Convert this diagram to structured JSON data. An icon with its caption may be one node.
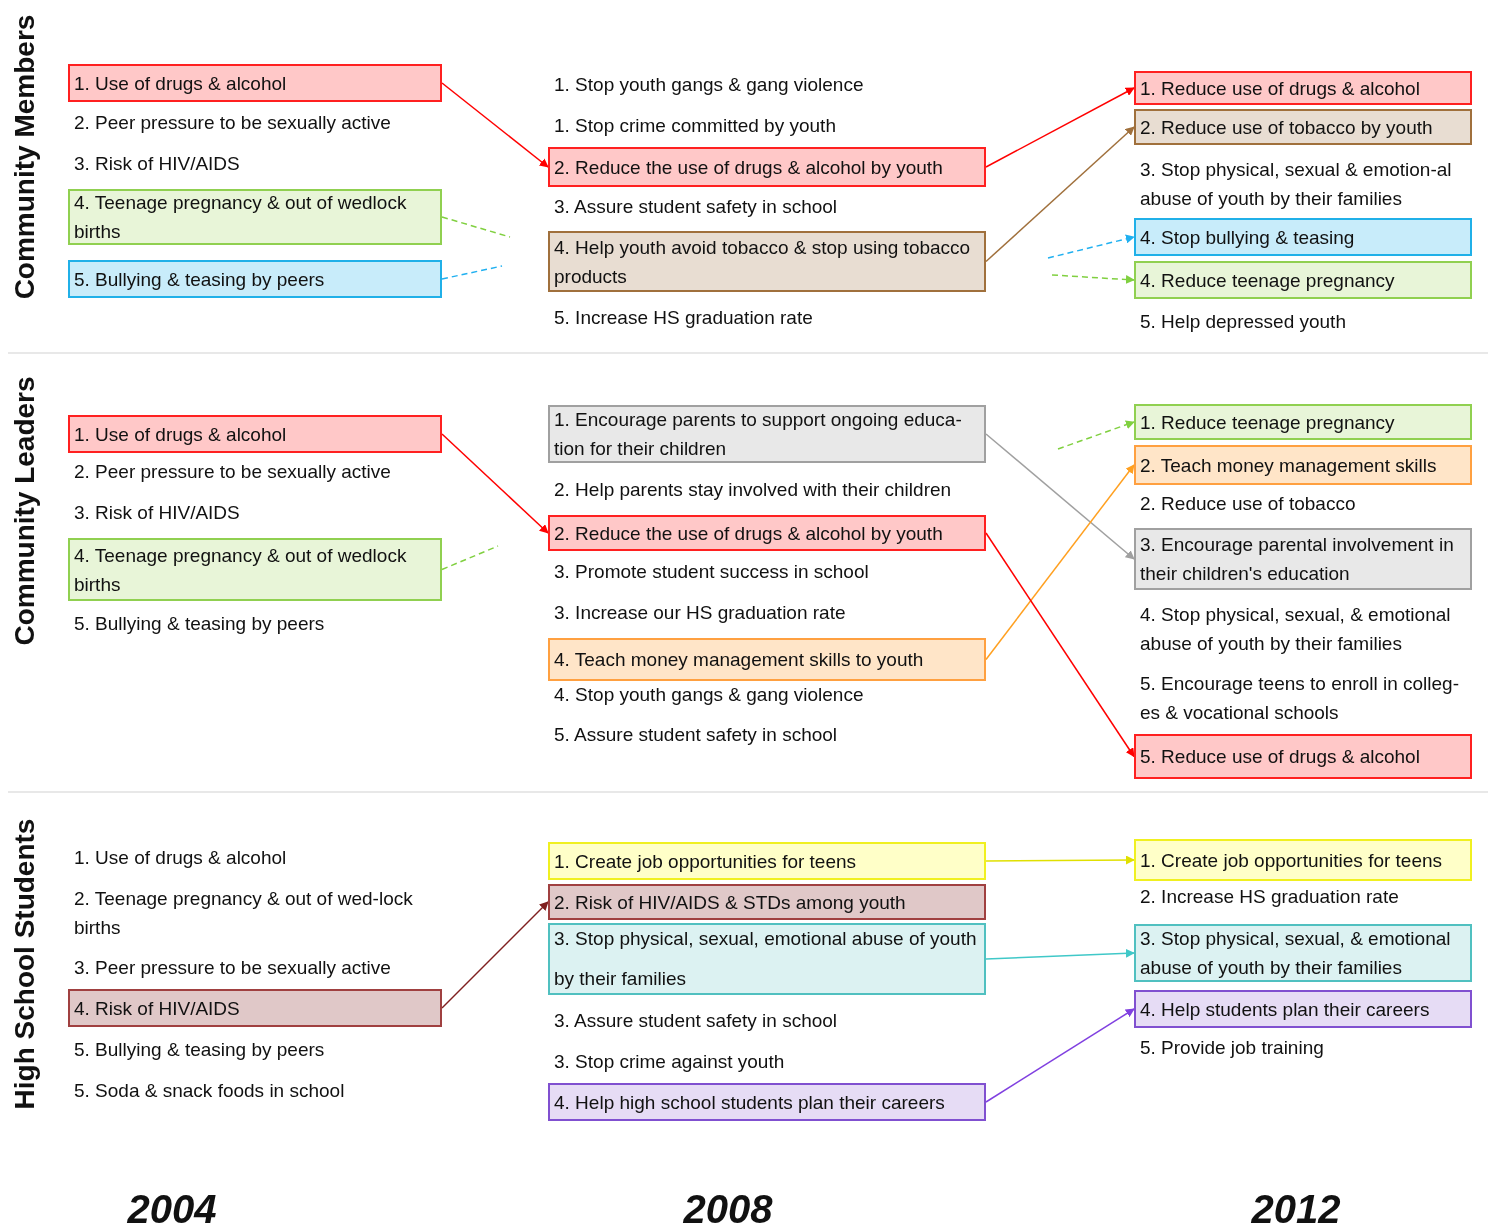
{
  "diagram": {
    "nodes": [
      {
        "text": [
          "1. Use of drugs & alcohol"
        ]
      },
      {
        "text": [
          "4. Teenage pregnancy & out of wedlock births"
        ]
      },
      {
        "text": [
          "5. Bullying & teasing by peers"
        ]
      },
      {
        "text": [
          "2. Reduce the use of drugs & alcohol by youth"
        ]
      },
      {
        "text": [
          "4. Help youth avoid tobacco & stop using tobacco products"
        ]
      },
      {
        "text": [
          "1. Reduce use of drugs & alcohol"
        ]
      },
      {
        "text": [
          "2. Reduce use of tobacco by youth"
        ]
      },
      {
        "text": [
          "4. Stop bullying & teasing"
        ]
      },
      {
        "text": [
          "4. Reduce teenage pregnancy"
        ]
      },
      {
        "text": [
          "1. Use of drugs & alcohol"
        ]
      },
      {
        "text": [
          "4. Teenage pregnancy & out of wedlock births"
        ]
      },
      {
        "text": [
          "1. Encourage parents to support ongoing educa-tion for their children"
        ]
      },
      {
        "text": [
          "2. Reduce the use of drugs & alcohol by youth"
        ]
      },
      {
        "text": [
          "4. Teach money management skills to youth"
        ]
      },
      {
        "text": [
          "1. Reduce teenage pregnancy"
        ]
      },
      {
        "text": [
          "2. Teach money management skills"
        ]
      },
      {
        "text": [
          "3. Encourage parental involvement in their children's education"
        ]
      },
      {
        "text": [
          "5. Reduce use of drugs & alcohol"
        ]
      },
      {
        "text": [
          "4. Risk of HIV/AIDS"
        ]
      },
      {
        "text": [
          "1. Create job opportunities for teens"
        ]
      },
      {
        "text": [
          "2. Risk of HIV/AIDS & STDs among youth"
        ]
      },
      {
        "text": [
          "3. Stop physical, sexual, emotional abuse of youth by their families"
        ]
      },
      {
        "text": [
          "4. Help high school students plan their careers"
        ]
      },
      {
        "text": [
          "1. Create job opportunities for teens"
        ]
      },
      {
        "text": [
          "3. Stop physical, sexual, & emotional abuse of youth by their families"
        ]
      },
      {
        "text": [
          "4. Help students plan their careers"
        ]
      }
    ],
    "edges": [
      {
        "from": 0,
        "to": 3,
        "arrow": "to",
        "color": "#ff0000"
      },
      {
        "from": 4,
        "to": 6,
        "arrow": "to",
        "color": "#a0703c"
      },
      {
        "from": 3,
        "to": 5,
        "arrow": "to",
        "color": "#ff0000"
      },
      {
        "from": 1,
        "to": null,
        "arrow": "none",
        "style": "dashed",
        "color": "#80d040"
      },
      {
        "from": 2,
        "to": null,
        "arrow": "none",
        "style": "dashed",
        "color": "#20b0f0"
      },
      {
        "from": null,
        "to": 7,
        "arrow": "to",
        "style": "dashed",
        "color": "#20b0f0"
      },
      {
        "from": null,
        "to": 8,
        "arrow": "to",
        "style": "dashed",
        "color": "#80d040"
      },
      {
        "from": 9,
        "to": 12,
        "arrow": "to",
        "color": "#ff0000"
      },
      {
        "from": 10,
        "to": null,
        "arrow": "none",
        "style": "dashed",
        "color": "#80d040"
      },
      {
        "from": 11,
        "to": 16,
        "arrow": "to",
        "color": "#a0a0a0"
      },
      {
        "from": null,
        "to": 14,
        "arrow": "to",
        "style": "dashed",
        "color": "#80d040"
      },
      {
        "from": 13,
        "to": 15,
        "arrow": "to",
        "color": "#ffa020"
      },
      {
        "from": 12,
        "to": 17,
        "arrow": "to",
        "color": "#ff0000"
      },
      {
        "from": 18,
        "to": 20,
        "arrow": "to",
        "color": "#802020"
      },
      {
        "from": 19,
        "to": 23,
        "arrow": "to",
        "color": "#e0e000"
      },
      {
        "from": 21,
        "to": 24,
        "arrow": "to",
        "color": "#40c8c8"
      },
      {
        "from": 22,
        "to": 25,
        "arrow": "to",
        "color": "#8040e0"
      }
    ],
    "labels": [
      "Community Members",
      "2. Peer pressure to be sexually active",
      "3. Risk of HIV/AIDS",
      "1. Stop youth gangs & gang violence",
      "1. Stop crime committed by youth",
      "3. Assure student safety in school",
      "5. Increase HS graduation rate",
      "3. Stop physical, sexual & emotion-al abuse of youth by their families",
      "5. Help depressed youth",
      "Community Leaders",
      "2. Peer pressure to be sexually active",
      "3. Risk of HIV/AIDS",
      "5. Bullying & teasing by peers",
      "2. Help parents stay involved with their children",
      "3. Promote student success in school",
      "3. Increase our HS graduation rate",
      "4. Stop youth gangs & gang violence",
      "5. Assure student safety in school",
      "2. Reduce use of tobacco",
      "4. Stop physical, sexual, & emotional abuse of youth by their families",
      "5. Encourage teens to enroll in colleg-es & vocational schools",
      "High School Students",
      "1. Use of drugs & alcohol",
      "2. Teenage pregnancy & out of wed-lock births",
      "3. Peer pressure to be sexually active",
      "5. Bullying & teasing by peers",
      "5. Soda & snack foods in school",
      "3. Assure student safety in school",
      "3. Stop crime against youth",
      "2. Increase HS graduation rate",
      "5. Provide job training",
      "2004",
      "2008",
      "2012"
    ]
  }
}
